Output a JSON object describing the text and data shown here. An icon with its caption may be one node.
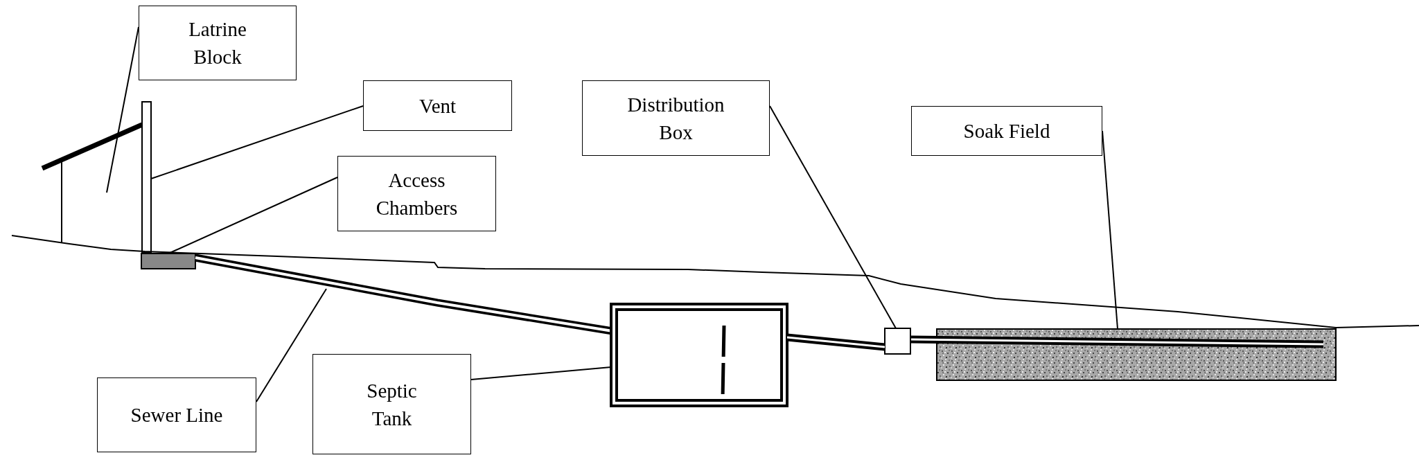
{
  "diagram": {
    "nodes": [
      {
        "text": [
          "Latrine Block"
        ]
      },
      {
        "text": [
          "Vent"
        ]
      },
      {
        "text": [
          "Access Chambers"
        ]
      },
      {
        "text": [
          "Distribution Box"
        ]
      },
      {
        "text": [
          "Soak Field"
        ]
      },
      {
        "text": [
          "Sewer Line"
        ]
      },
      {
        "text": [
          "Septic Tank"
        ]
      },
      {
        "text": [],
        "shape": "building"
      },
      {
        "text": [],
        "shape": "pipe"
      },
      {
        "text": [],
        "shape": "box"
      },
      {
        "text": [],
        "shape": "pipe"
      },
      {
        "text": [],
        "shape": "box"
      },
      {
        "text": [],
        "shape": "box"
      },
      {
        "text": [],
        "shape": "box"
      }
    ],
    "edges": [
      {
        "from": 0,
        "to": 7,
        "arrow": "none"
      },
      {
        "from": 1,
        "to": 8,
        "arrow": "none"
      },
      {
        "from": 2,
        "to": 9,
        "arrow": "none"
      },
      {
        "from": 3,
        "to": 12,
        "arrow": "none"
      },
      {
        "from": 4,
        "to": 13,
        "arrow": "none"
      },
      {
        "from": 5,
        "to": 10,
        "arrow": "none"
      },
      {
        "from": 6,
        "to": 11,
        "arrow": "none"
      },
      {
        "from": 11,
        "to": 12,
        "arrow": "none",
        "style": "thick"
      },
      {
        "from": 12,
        "to": 13,
        "arrow": "none",
        "style": "thick"
      }
    ]
  }
}
